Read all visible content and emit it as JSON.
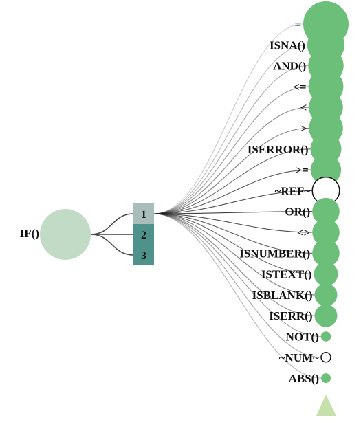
{
  "root": {
    "label": "IF()",
    "color": "#c2dbc6"
  },
  "arguments": [
    {
      "label": "1",
      "color": "#a9bdbb",
      "active": true
    },
    {
      "label": "2",
      "color": "#4f928c",
      "active": false
    },
    {
      "label": "3",
      "color": "#4f928c",
      "active": false
    }
  ],
  "children": [
    {
      "label": "=",
      "weight": 1.0,
      "kind": "function"
    },
    {
      "label": "ISNA()",
      "weight": 0.82,
      "kind": "function"
    },
    {
      "label": "AND()",
      "weight": 0.78,
      "kind": "function"
    },
    {
      "label": "<=",
      "weight": 0.77,
      "kind": "function"
    },
    {
      "label": "<",
      "weight": 0.75,
      "kind": "function"
    },
    {
      "label": ">",
      "weight": 0.75,
      "kind": "function"
    },
    {
      "label": "ISERROR()",
      "weight": 0.68,
      "kind": "function"
    },
    {
      "label": ">=",
      "weight": 0.67,
      "kind": "function"
    },
    {
      "label": "~REF~",
      "weight": 0.6,
      "kind": "error"
    },
    {
      "label": "OR()",
      "weight": 0.6,
      "kind": "function"
    },
    {
      "label": "<>",
      "weight": 0.6,
      "kind": "function"
    },
    {
      "label": "ISNUMBER()",
      "weight": 0.6,
      "kind": "function"
    },
    {
      "label": "ISTEXT()",
      "weight": 0.53,
      "kind": "function"
    },
    {
      "label": "ISBLANK()",
      "weight": 0.5,
      "kind": "function"
    },
    {
      "label": "ISERR()",
      "weight": 0.5,
      "kind": "function"
    },
    {
      "label": "NOT()",
      "weight": 0.22,
      "kind": "function"
    },
    {
      "label": "~NUM~",
      "weight": 0.2,
      "kind": "error"
    },
    {
      "label": "ABS()",
      "weight": 0.2,
      "kind": "function"
    }
  ],
  "more_indicator": {
    "symbol": "triangle",
    "color": "#c5e0aa"
  },
  "colors": {
    "function_node": "#6bbf78",
    "error_node_stroke": "#111111",
    "link": "#222222"
  }
}
